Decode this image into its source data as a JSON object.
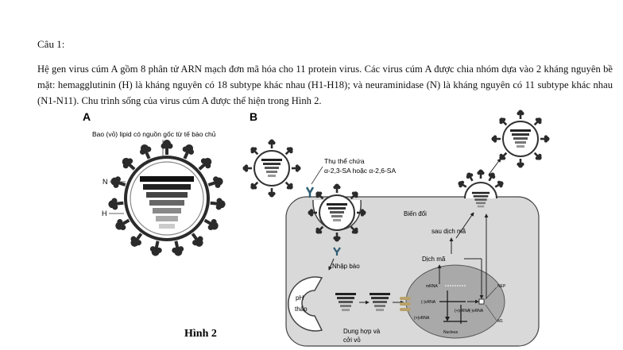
{
  "question": {
    "title": "Câu 1:",
    "paragraph": "Hệ gen virus cúm A gồm 8 phân tử ARN mạch đơn mã hóa cho 11 protein virus. Các virus cúm A được chia nhóm dựa vào 2 kháng nguyên bề mặt: hemagglutinin (H) là kháng nguyên có 18 subtype khác nhau (H1-H18); và neuraminidase (N) là kháng nguyên có 11 subtype khác nhau (N1-N11). Chu trình sống của virus cúm A được thể hiện trong Hình 2."
  },
  "figure": {
    "caption": "Hình 2",
    "panel_a": {
      "letter": "A",
      "envelope_label": "Bao (vỏ) lipid có nguồn gốc từ tế bào chủ",
      "n_label": "N",
      "h_label": "H"
    },
    "panel_b": {
      "letter": "B",
      "receptor_label_line1": "Thụ thể chứa",
      "receptor_label_line2": "α-2,3-SA hoặc α-2,6-SA",
      "modification": "Biến đổi",
      "post_translation": "sau dịch mã",
      "translation": "Dịch mã",
      "endocytosis": "Nhập bào",
      "low_ph_line1": "pH",
      "low_ph_line2": "thấp",
      "fusion_line1": "Dung hợp và",
      "fusion_line2": "cởi vỏ",
      "mrna": "mRNA",
      "neg_vrna": "(-)vRNA",
      "pos_crna": "(+)cRNA",
      "neg_vrna2": "(-)vRNA",
      "pos_vrna": "(+)vRNA",
      "nep": "NEP",
      "m1": "M1",
      "nucleus": "Nucleus"
    }
  }
}
